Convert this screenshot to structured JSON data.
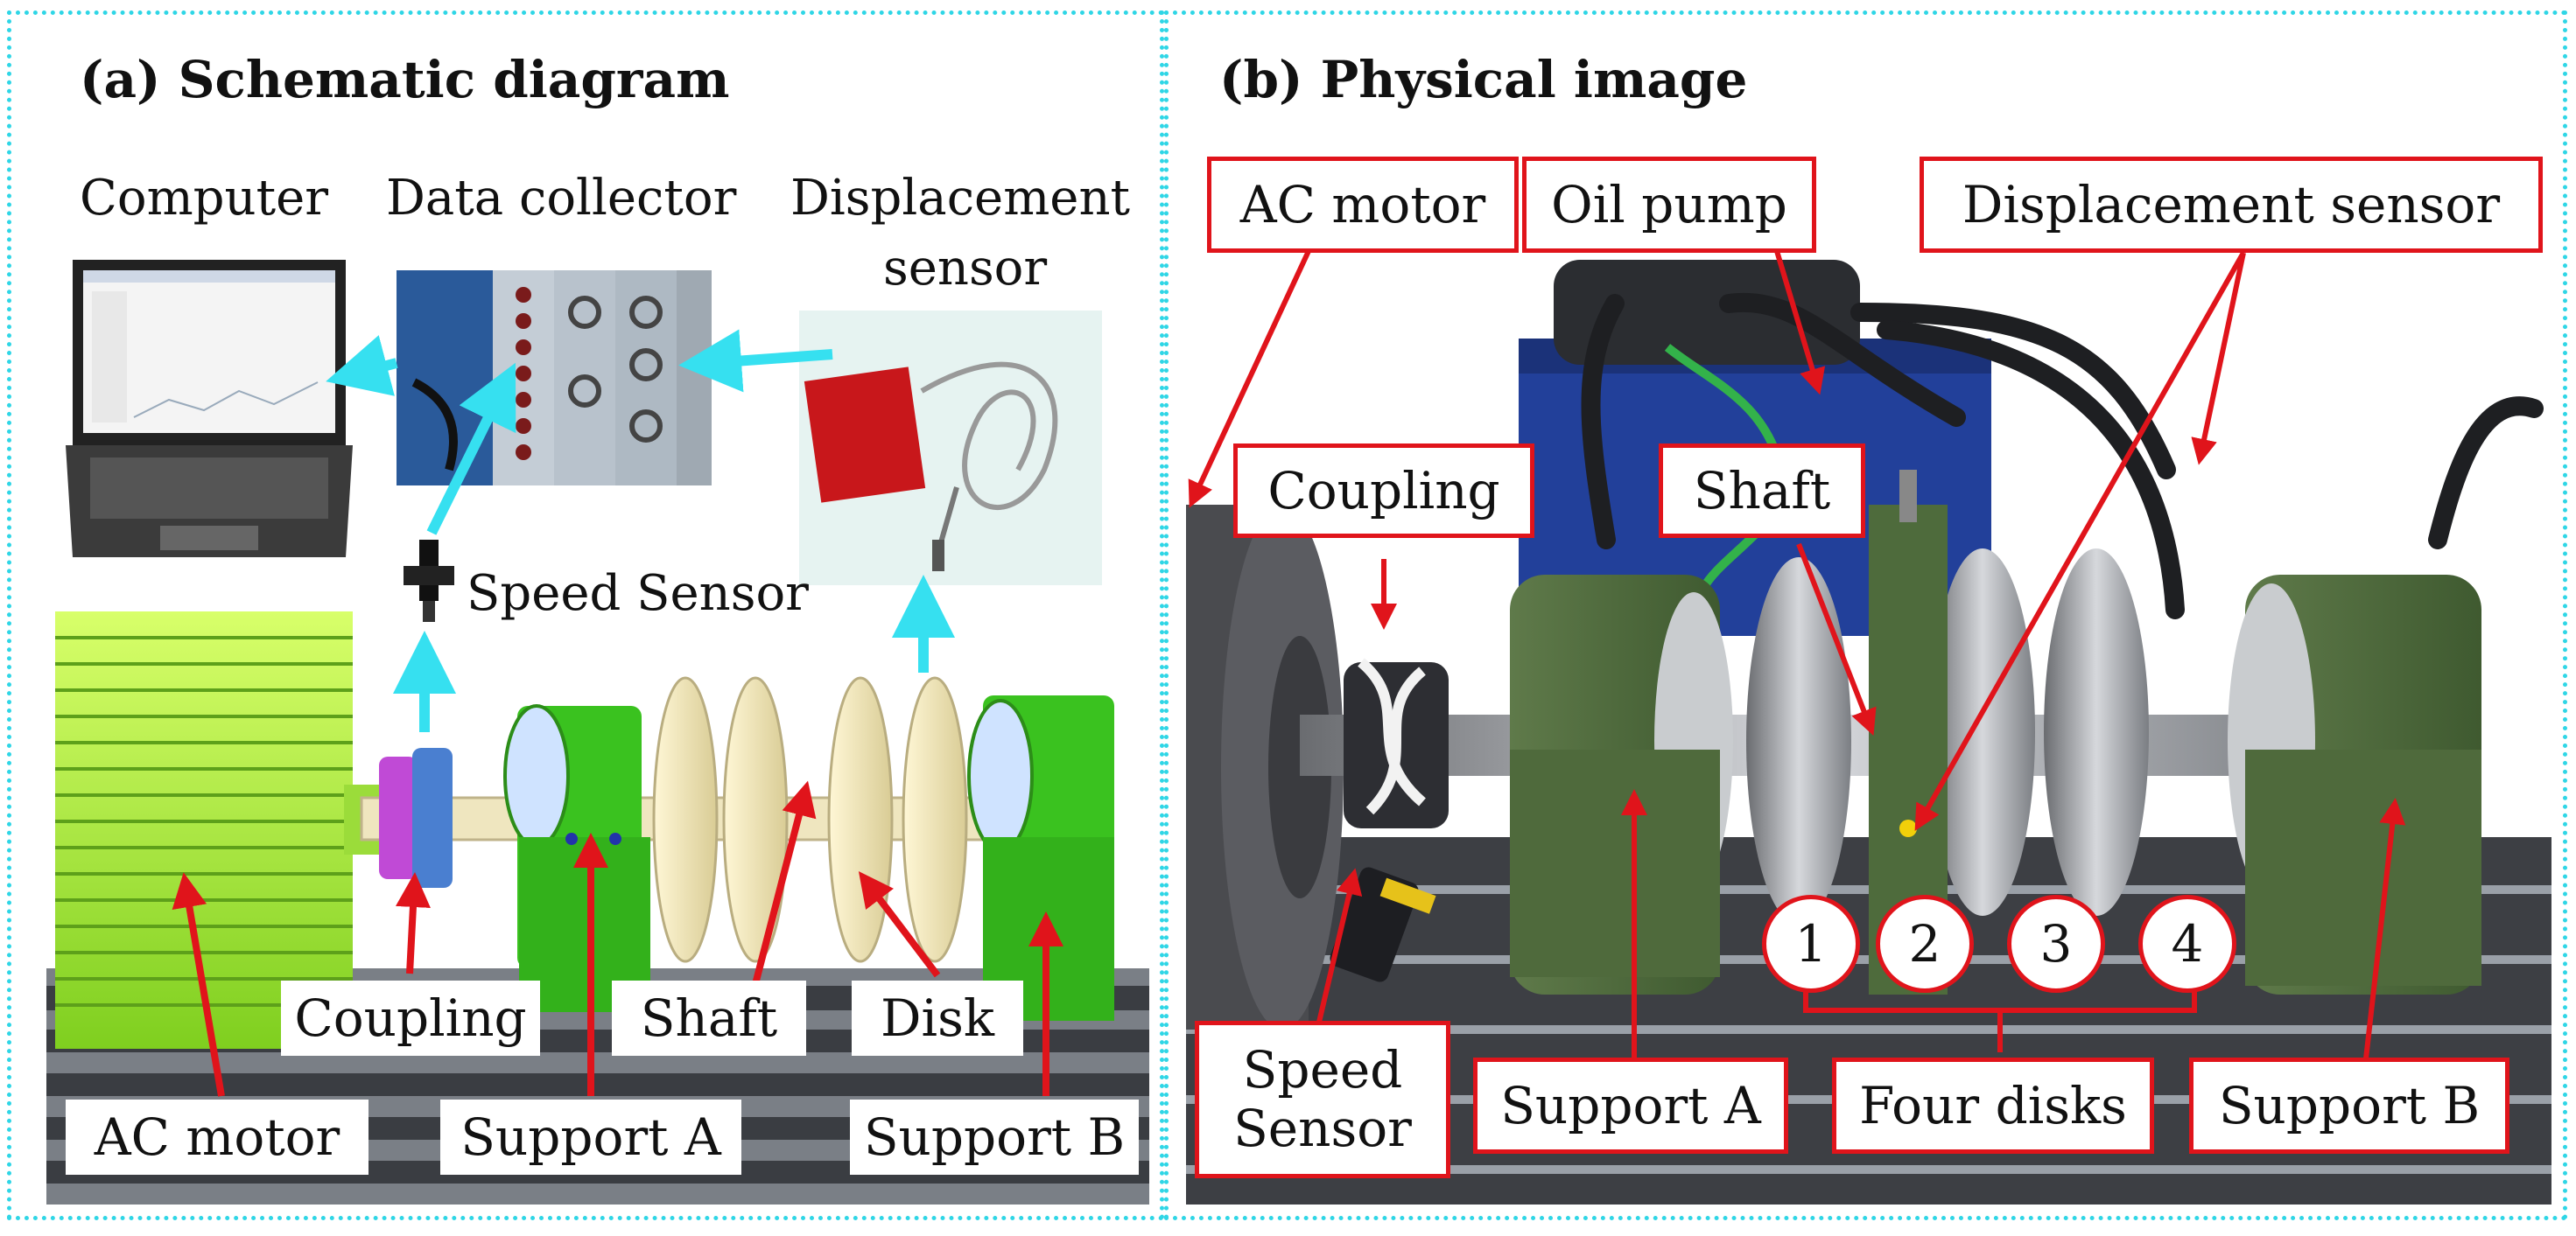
{
  "panel_a": {
    "title": "(a) Schematic diagram",
    "top_labels": {
      "computer": "Computer",
      "data_collector": "Data collector",
      "displacement_sensor_line1": "Displacement",
      "displacement_sensor_line2": "sensor"
    },
    "speed_sensor": "Speed Sensor",
    "callouts": {
      "coupling": "Coupling",
      "shaft": "Shaft",
      "disk": "Disk",
      "ac_motor": "AC motor",
      "support_a": "Support A",
      "support_b": "Support B"
    }
  },
  "panel_b": {
    "title": "(b) Physical image",
    "callouts": {
      "ac_motor": "AC motor",
      "oil_pump": "Oil pump",
      "displacement_sensor": "Displacement sensor",
      "coupling": "Coupling",
      "shaft": "Shaft",
      "speed_sensor_line1": "Speed",
      "speed_sensor_line2": "Sensor",
      "support_a": "Support A",
      "four_disks": "Four disks",
      "support_b": "Support B"
    },
    "disk_numbers": [
      "1",
      "2",
      "3",
      "4"
    ]
  },
  "colors": {
    "callout_border": "#e0141b",
    "flow_arrow": "#36e0f0",
    "panel_border": "#2fd6e6",
    "support_green": "#2fbf1e",
    "disk_cream": "#efe6bf"
  }
}
